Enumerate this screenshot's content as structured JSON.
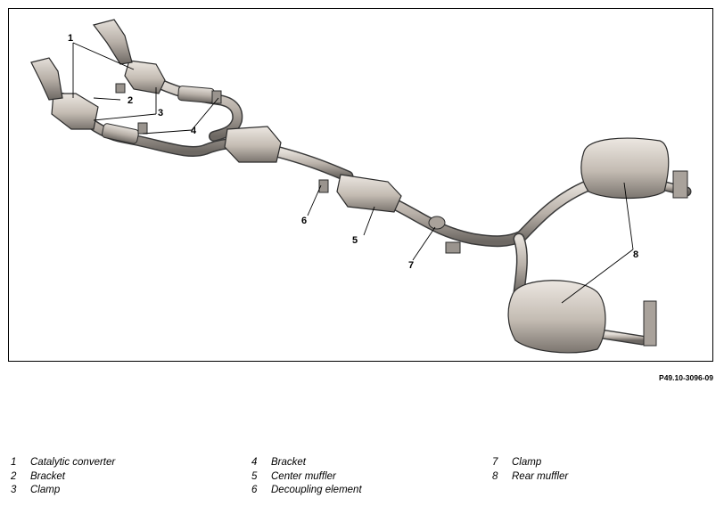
{
  "figure": {
    "reference": "P49.10-3096-09",
    "callouts": {
      "c1": "1",
      "c2": "2",
      "c3": "3",
      "c4": "4",
      "c5": "5",
      "c6": "6",
      "c7": "7",
      "c8": "8"
    }
  },
  "legend": [
    {
      "num": "1",
      "label": "Catalytic converter"
    },
    {
      "num": "2",
      "label": "Bracket"
    },
    {
      "num": "3",
      "label": "Clamp"
    },
    {
      "num": "4",
      "label": "Bracket"
    },
    {
      "num": "5",
      "label": "Center muffler"
    },
    {
      "num": "6",
      "label": "Decoupling element"
    },
    {
      "num": "7",
      "label": "Clamp"
    },
    {
      "num": "8",
      "label": "Rear muffler"
    }
  ],
  "colors": {
    "pipe": "#bdb6ae",
    "pipe_dark": "#6f6a65",
    "muffler": "#c9c2ba",
    "outline": "#2b2b2b"
  }
}
